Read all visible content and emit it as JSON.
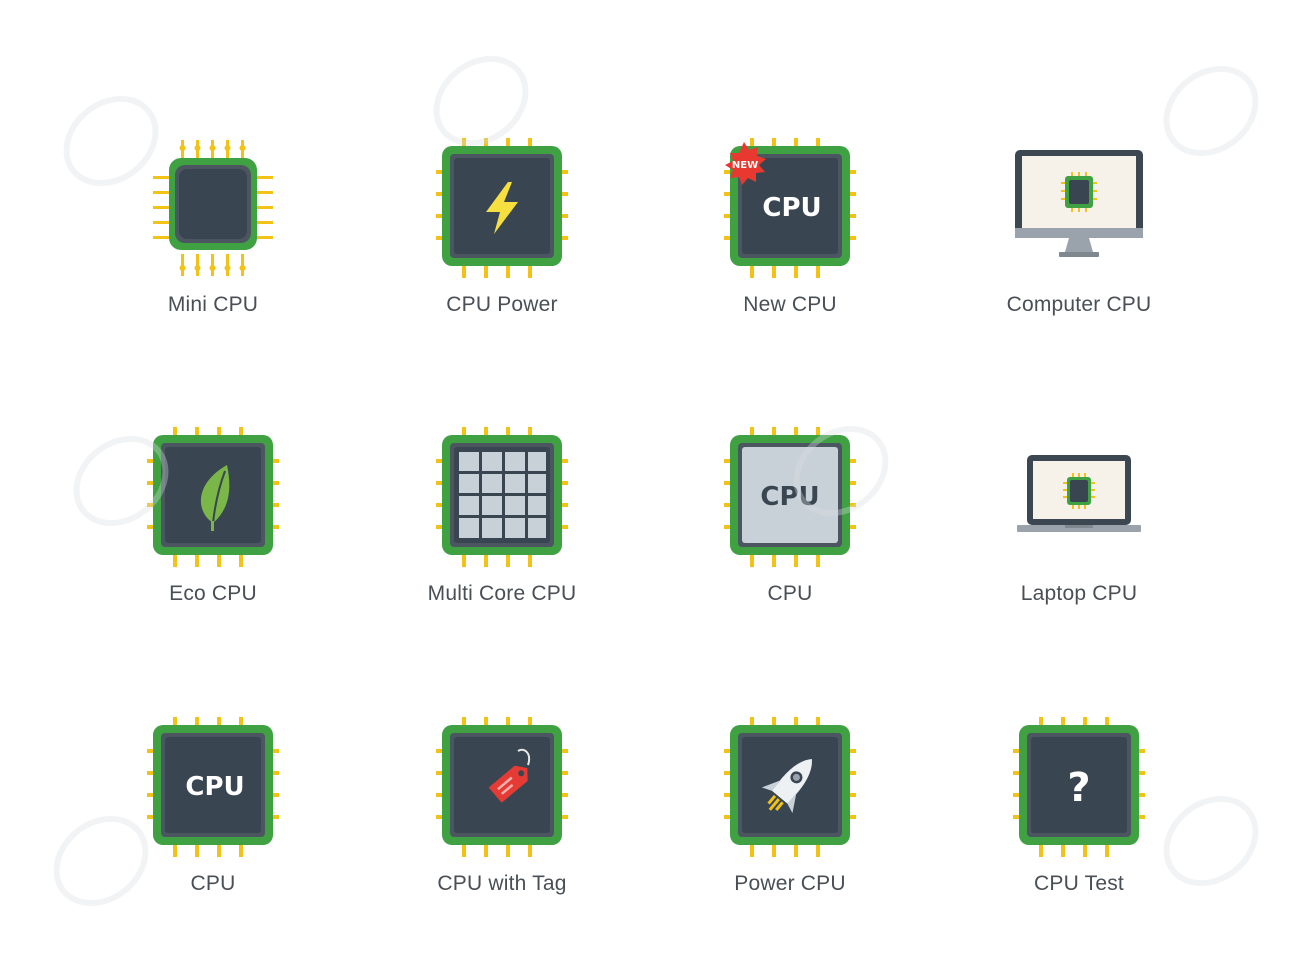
{
  "colors": {
    "board": "#3fa142",
    "board_edge": "#2f8a36",
    "die": "#394651",
    "die_border": "#4b5660",
    "pins": "#f2c216",
    "label_text": "#4a4f55",
    "badge_red": "#e8382f",
    "leaf_green": "#7ab648",
    "bolt_yellow": "#f7df3f",
    "grid_cells": "#c9d1d8",
    "tag_red": "#e63a34",
    "screen_bg": "#f6f2e9",
    "device_frame": "#3c4751",
    "device_base": "#9aa3ab"
  },
  "icons": [
    {
      "name": "mini-cpu",
      "label": "Mini CPU",
      "icon": "mini-cpu-icon"
    },
    {
      "name": "cpu-power",
      "label": "CPU Power",
      "icon": "lightning-bolt-icon"
    },
    {
      "name": "new-cpu",
      "label": "New CPU",
      "icon": "new-badge-cpu-icon",
      "badge": "NEW",
      "chip_text": "CPU"
    },
    {
      "name": "computer-cpu",
      "label": "Computer CPU",
      "icon": "desktop-monitor-icon"
    },
    {
      "name": "eco-cpu",
      "label": "Eco CPU",
      "icon": "leaf-icon"
    },
    {
      "name": "multi-core-cpu",
      "label": "Multi Core CPU",
      "icon": "core-grid-icon"
    },
    {
      "name": "cpu-light",
      "label": "CPU",
      "icon": "light-die-cpu-icon",
      "chip_text": "CPU"
    },
    {
      "name": "laptop-cpu",
      "label": "Laptop CPU",
      "icon": "laptop-icon"
    },
    {
      "name": "cpu-dark",
      "label": "CPU",
      "icon": "dark-die-cpu-icon",
      "chip_text": "CPU"
    },
    {
      "name": "cpu-with-tag",
      "label": "CPU with Tag",
      "icon": "price-tag-icon"
    },
    {
      "name": "power-cpu",
      "label": "Power CPU",
      "icon": "rocket-icon"
    },
    {
      "name": "cpu-test",
      "label": "CPU Test",
      "icon": "question-mark-icon",
      "chip_text": "?"
    }
  ]
}
